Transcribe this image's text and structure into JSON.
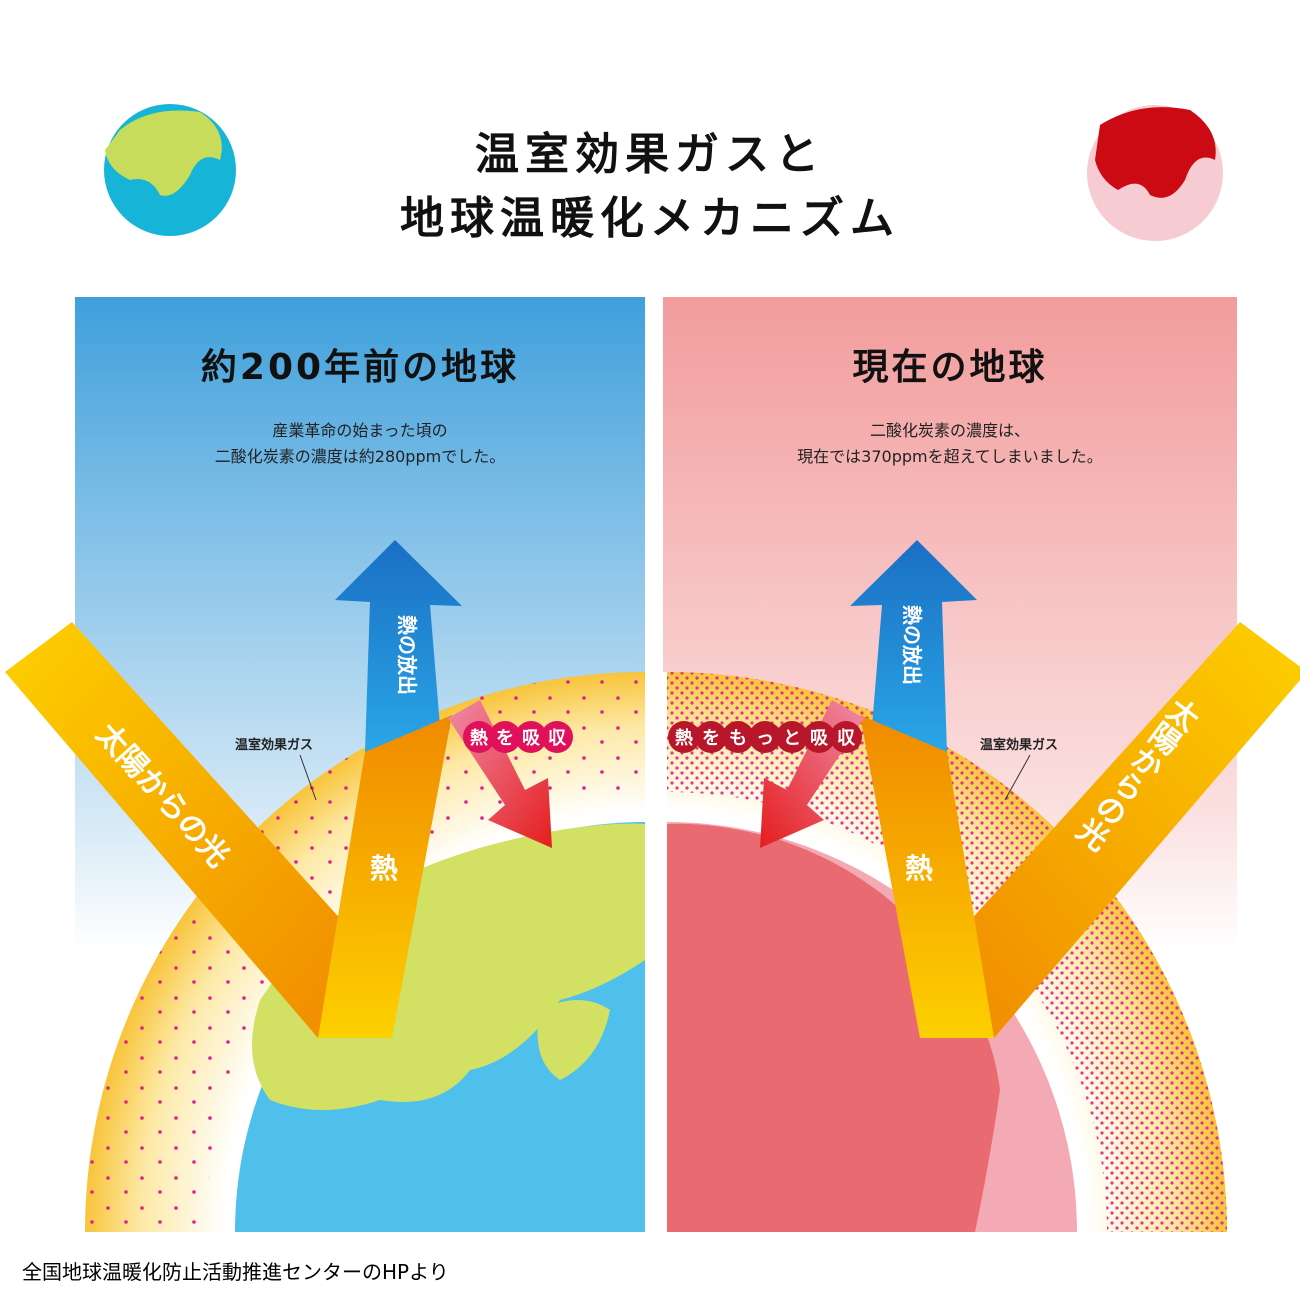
{
  "title": {
    "line1": "温室効果ガスと",
    "line2": "地球温暖化メカニズム"
  },
  "left_panel": {
    "heading": "約200年前の地球",
    "description_line1": "産業革命の始まった頃の",
    "description_line2": "二酸化炭素の濃度は約280ppmでした。",
    "sunlight_label": "太陽からの光",
    "heat_label": "熱",
    "heat_release_label": "熱の放出",
    "absorb_label": [
      "熱",
      "を",
      "吸",
      "収"
    ],
    "gas_label": "温室効果ガス"
  },
  "right_panel": {
    "heading": "現在の地球",
    "description_line1": "二酸化炭素の濃度は、",
    "description_line2": "現在では370ppmを超えてしまいました。",
    "sunlight_label": "太陽からの光",
    "heat_label": "熱",
    "heat_release_label": "熱の放出",
    "absorb_label": [
      "熱",
      "を",
      "も",
      "っ",
      "と",
      "吸",
      "収"
    ],
    "gas_label": "温室効果ガス"
  },
  "footer": "全国地球温暖化防止活動推進センターのHPより",
  "colors": {
    "sky_blue": "#3fa0dc",
    "sky_pink": "#f29c9c",
    "earth_green": "#d2e063",
    "ocean_blue": "#4fc0ec",
    "earth_red": "#ea6a72",
    "ocean_pink": "#f4aab4",
    "bubble_left": "#e0105a",
    "bubble_right": "#b8162a"
  }
}
